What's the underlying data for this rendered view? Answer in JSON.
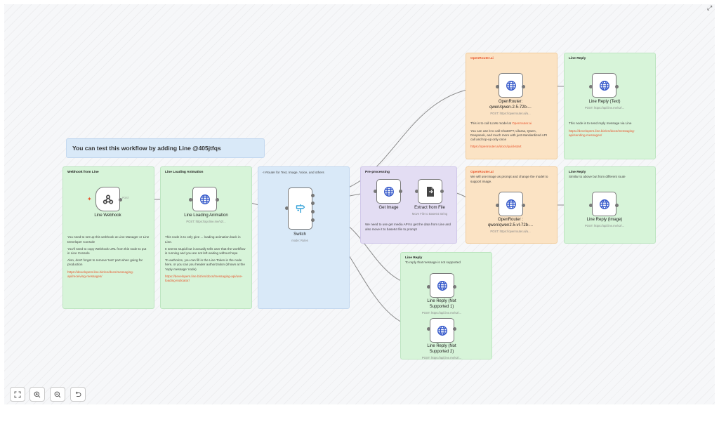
{
  "banner": "You can test this workflow by adding Line @405jtfqs",
  "notes": {
    "webhook": {
      "title": "Webhook from Line",
      "p1": "You need to set-up this webhook at Line Manager or Line Developer Console",
      "p2": "You'll need to copy Webhook URL from this node to put in Line Console",
      "p3": "Also, don't forget to remove 'test' part when going for production",
      "link": "https://developers.line.biz/en/docs/messaging-api/receiving-messages/"
    },
    "loading": {
      "title": "Line Loading Animation",
      "p1": "This node is to only give ... loading animation back in Line.",
      "p2": "It seems stupid but it actually tells user that the workflow is running and you are not left waiting without hope",
      "p3": "To authorize, you can fill in the Line Token in the node here, or you can you header authorization (shown at the 'reply message' node)",
      "link": "https://developers.line.biz/en/docs/messaging-api/use-loading-indicator/"
    },
    "router": {
      "title": "<-Router for Text, Image, Voice, and others"
    },
    "preprocess": {
      "title": "Pre-processing",
      "p1": "We need to use get media API to get the data from Line and also move it to base64 file to prompt"
    },
    "openrouter1": {
      "title": "OpenRouter.ai",
      "p1_pre": "This is to call LLMs model at ",
      "p1_link": "Openrouter.ai",
      "p2": "You can use it to call ChatGPT, Lllama, Qwen, Deepseek, and much more with just standardized API call and top-up only once",
      "link": "https://openrouter.ai/docs/quickstart"
    },
    "linereply1": {
      "title": "Line Reply",
      "p1": "This node is to send reply message via Line",
      "link": "https://developers.line.biz/en/docs/messaging-api/sending-messages/"
    },
    "openrouter2": {
      "title": "OpenRouter.ai",
      "p1": "We will use image as prompt and change the model to support image."
    },
    "linereply2": {
      "title": "Line Reply",
      "p1": "Similar to above but from different route"
    },
    "linereply3": {
      "title": "Line Reply",
      "p1": "To reply that message is not supported"
    }
  },
  "nodes": {
    "webhook": {
      "label": "Line Webhook",
      "port": "POST"
    },
    "loading": {
      "label": "Line Loading Animation",
      "sub": "POST: https://api.line.me/v2/..."
    },
    "switch": {
      "label": "Switch",
      "sub": "mode: Rules"
    },
    "getimage": {
      "label": "Get Image"
    },
    "extract": {
      "label": "Extract from File",
      "sub": "Move File to Base64 String"
    },
    "openrouter_text": {
      "label": "OpenRouter:",
      "label2": "qwen/qwen-2.5-72b-...",
      "sub": "POST: https://openrouter.ai/a..."
    },
    "reply_text": {
      "label": "Line Reply (Text)",
      "sub": "POST: https://api.line.me/v2/..."
    },
    "openrouter_image": {
      "label": "OpenRouter :",
      "label2": "qwen/qwen2.5-vl-72b-...",
      "sub": "POST: https://openrouter.ai/a..."
    },
    "reply_image": {
      "label": "Line Reply (Image)",
      "sub": "POST: https://api.line.me/v2/..."
    },
    "reply_ns1": {
      "label": "Line Reply (Not",
      "label2": "Supported 1)",
      "sub": "POST: https://api.line.me/v2/..."
    },
    "reply_ns2": {
      "label": "Line Reply (Not",
      "label2": "Supported 2)",
      "sub": "POST: https://api.line.me/v2/..."
    }
  },
  "controls": {
    "fit": "fit-view",
    "zoom_in": "zoom-in",
    "zoom_out": "zoom-out",
    "undo": "reset"
  },
  "colors": {
    "note_green": "#d7f4d9",
    "note_blue": "#d9e9f8",
    "note_purple": "#e3ddf3",
    "note_orange": "#fbe3c4",
    "accent_link": "#e8542c",
    "globe_icon": "#3357c9",
    "wire": "#888888"
  }
}
